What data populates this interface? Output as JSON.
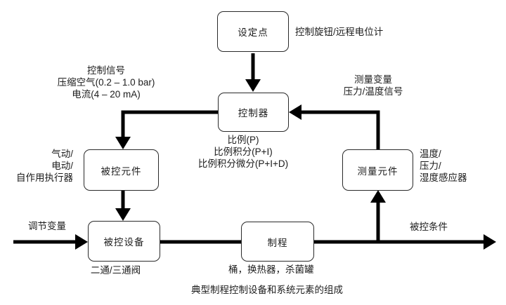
{
  "diagram": {
    "caption": "典型制程控制设备和系统元素的组成",
    "nodes": {
      "setpoint": "设定点",
      "controller": "控制器",
      "final_element": "被控元件",
      "measuring_element": "测量元件",
      "controlled_device": "被控设备",
      "process": "制程"
    },
    "labels": {
      "setpoint_note": "控制旋钮/远程电位计",
      "control_signal": [
        "控制信号",
        "压缩空气(0.2 – 1.0 bar)",
        "电流(4 – 20 mA)"
      ],
      "measured_variable": [
        "测量变量",
        "压力/温度信号"
      ],
      "control_modes": [
        "比例(P)",
        "比例积分(P+I)",
        "比例积分微分(P+I+D)"
      ],
      "actuator_types": [
        "气动/",
        "电动/",
        "自作用执行器"
      ],
      "sensor_types": [
        "温度/",
        "压力/",
        "湿度感应器"
      ],
      "manipulated_variable": "调节变量",
      "valve_types": "二通/三通阀",
      "process_examples": "桶，换热器，杀菌罐",
      "controlled_condition": "被控条件"
    },
    "colors": {
      "background": "#ffffff",
      "line": "#000000",
      "box_border": "#2a2a2a",
      "text": "#1c1c1c"
    }
  }
}
